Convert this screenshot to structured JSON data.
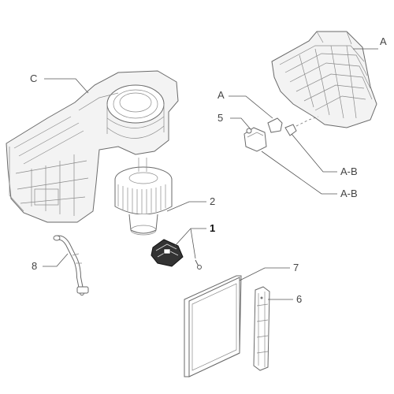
{
  "callouts": {
    "A_top": "A",
    "C": "C",
    "A_mid": "A",
    "five": "5",
    "AB_1": "A-B",
    "AB_2": "A-B",
    "two": "2",
    "one": "1",
    "eight": "8",
    "seven": "7",
    "six": "6"
  },
  "colors": {
    "line": "#6a6a6a",
    "label": "#444444",
    "highlight_label": "#111111",
    "resistor_part": "#333333"
  }
}
